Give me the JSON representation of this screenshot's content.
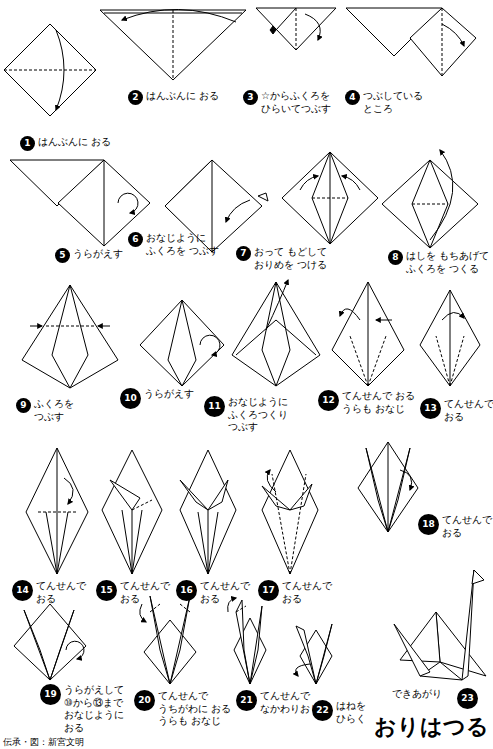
{
  "diagram": {
    "title": "おりはつる",
    "nodes": [
      {
        "text": [
          "1",
          "はんぶんに おる"
        ]
      },
      {
        "text": [
          "2",
          "はんぶんに おる"
        ]
      },
      {
        "text": [
          "3",
          "☆からふくろを ひらいてつぶす"
        ]
      },
      {
        "text": [
          "4",
          "つぶしている ところ"
        ]
      },
      {
        "text": [
          "5",
          "うらがえす"
        ]
      },
      {
        "text": [
          "6",
          "おなじように ふくろを つぶす"
        ]
      },
      {
        "text": [
          "7",
          "おって もどして おりめを つける"
        ]
      },
      {
        "text": [
          "8",
          "はしを もちあげて ふくろを つくる"
        ]
      },
      {
        "text": [
          "9",
          "ふくろを つぶす"
        ]
      },
      {
        "text": [
          "10",
          "うらがえす"
        ]
      },
      {
        "text": [
          "11",
          "おなじように ふくろつくり つぶす"
        ]
      },
      {
        "text": [
          "12",
          "てんせんで おる うらも おなじ"
        ]
      },
      {
        "text": [
          "13",
          "てんせんで おる"
        ]
      },
      {
        "text": [
          "14",
          "てんせんで おる"
        ]
      },
      {
        "text": [
          "15",
          "てんせんで おる"
        ]
      },
      {
        "text": [
          "16",
          "てんせんで おる"
        ]
      },
      {
        "text": [
          "17",
          "てんせんで おる"
        ]
      },
      {
        "text": [
          "18",
          "てんせんで おる"
        ]
      },
      {
        "text": [
          "19",
          "うらがえして ⑩から⑬まで おなじように おる"
        ]
      },
      {
        "text": [
          "20",
          "てんせんで うちがわに おる うらも おなじ"
        ]
      },
      {
        "text": [
          "21",
          "てんせんで なかわりおり"
        ]
      },
      {
        "text": [
          "22",
          "はねを ひらく"
        ]
      },
      {
        "text": [
          "23",
          "できあがり"
        ]
      }
    ],
    "labels": [
      "伝承・図：新宮文明"
    ]
  }
}
